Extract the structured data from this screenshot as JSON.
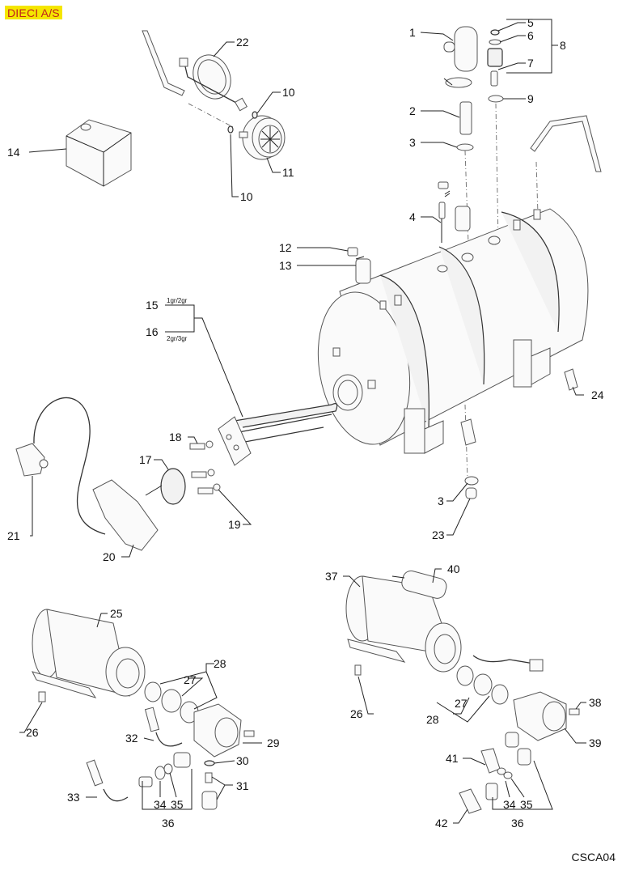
{
  "header": {
    "brand": "DIECI A/S"
  },
  "footer": {
    "code": "CSCA04"
  },
  "diagram": {
    "type": "exploded-parts-diagram",
    "subject": "boiler and pump assembly",
    "callouts": {
      "c1": "1",
      "c2": "2",
      "c3a": "3",
      "c3b": "3",
      "c4": "4",
      "c5": "5",
      "c6": "6",
      "c7": "7",
      "c8": "8",
      "c9": "9",
      "c10a": "10",
      "c10b": "10",
      "c11": "11",
      "c12": "12",
      "c13": "13",
      "c14": "14",
      "c15": "15",
      "c16": "16",
      "c17": "17",
      "c18": "18",
      "c19": "19",
      "c20": "20",
      "c21": "21",
      "c22": "22",
      "c23": "23",
      "c24": "24",
      "c25": "25",
      "c26a": "26",
      "c26b": "26",
      "c27a": "27",
      "c27b": "27",
      "c28a": "28",
      "c28b": "28",
      "c29": "29",
      "c30": "30",
      "c31": "31",
      "c32": "32",
      "c33": "33",
      "c34a": "34",
      "c34b": "34",
      "c35a": "35",
      "c35b": "35",
      "c36a": "36",
      "c36b": "36",
      "c37": "37",
      "c38": "38",
      "c39": "39",
      "c40": "40",
      "c41": "41",
      "c42": "42"
    },
    "variants": {
      "v15": "1gr/2gr",
      "v16": "2gr/3gr"
    }
  }
}
